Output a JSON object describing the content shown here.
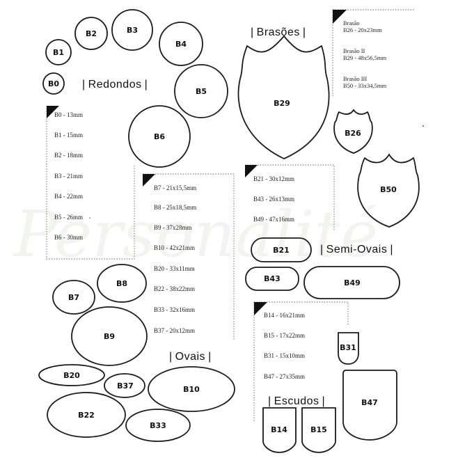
{
  "watermark": "Personalité",
  "sections": {
    "redondos": "Redondos",
    "brasoes": "Brasões",
    "semi_ovais": "Semi-Ovais",
    "ovais": "Ovais",
    "escudos": "Escudos"
  },
  "section_bar": "|",
  "shapes": {
    "B0": "B0",
    "B1": "B1",
    "B2": "B2",
    "B3": "B3",
    "B4": "B4",
    "B5": "B5",
    "B6": "B6",
    "B29": "B29",
    "B26": "B26",
    "B50": "B50",
    "B21": "B21",
    "B43": "B43",
    "B49": "B49",
    "B7": "B7",
    "B8": "B8",
    "B9": "B9",
    "B20": "B20",
    "B37": "B37",
    "B10": "B10",
    "B22": "B22",
    "B33": "B33",
    "B31": "B31",
    "B47": "B47",
    "B14": "B14",
    "B15": "B15"
  },
  "specs": {
    "redondos": [
      "B0 - 13mm",
      "B1 - 15mm",
      "B2 - 18mm",
      "B3 - 21mm",
      "B4 - 22mm",
      "B5 - 26mm",
      "B6 - 30mm"
    ],
    "ovais": [
      "B7 - 21x15,5mm",
      "B8 - 25x18,5mm",
      "B9 - 37x28mm",
      "B10 - 42x21mm",
      "B20 - 33x11mm",
      "B22 - 38x22mm",
      "B33 - 32x16mm",
      "B37 - 20x12mm"
    ],
    "semi_ovais": [
      "B21 - 30x12mm",
      "B43 - 26x13mm",
      "B49 - 47x16mm"
    ],
    "escudos": [
      "B14 - 16x21mm",
      "B15 - 17x22mm",
      "B31 - 15x10mm",
      "B47 - 27x35mm"
    ],
    "brasoes": [
      {
        "name": "Brasão",
        "size": "B26 - 20x23mm"
      },
      {
        "name": "Brasão II",
        "size": "B29 - 48x56,5mm"
      },
      {
        "name": "Brasão III",
        "size": "B50 - 33x34,5mm"
      }
    ]
  },
  "colors": {
    "stroke": "#1a1a1a",
    "corner": "#111111",
    "dotted": "#555555"
  }
}
